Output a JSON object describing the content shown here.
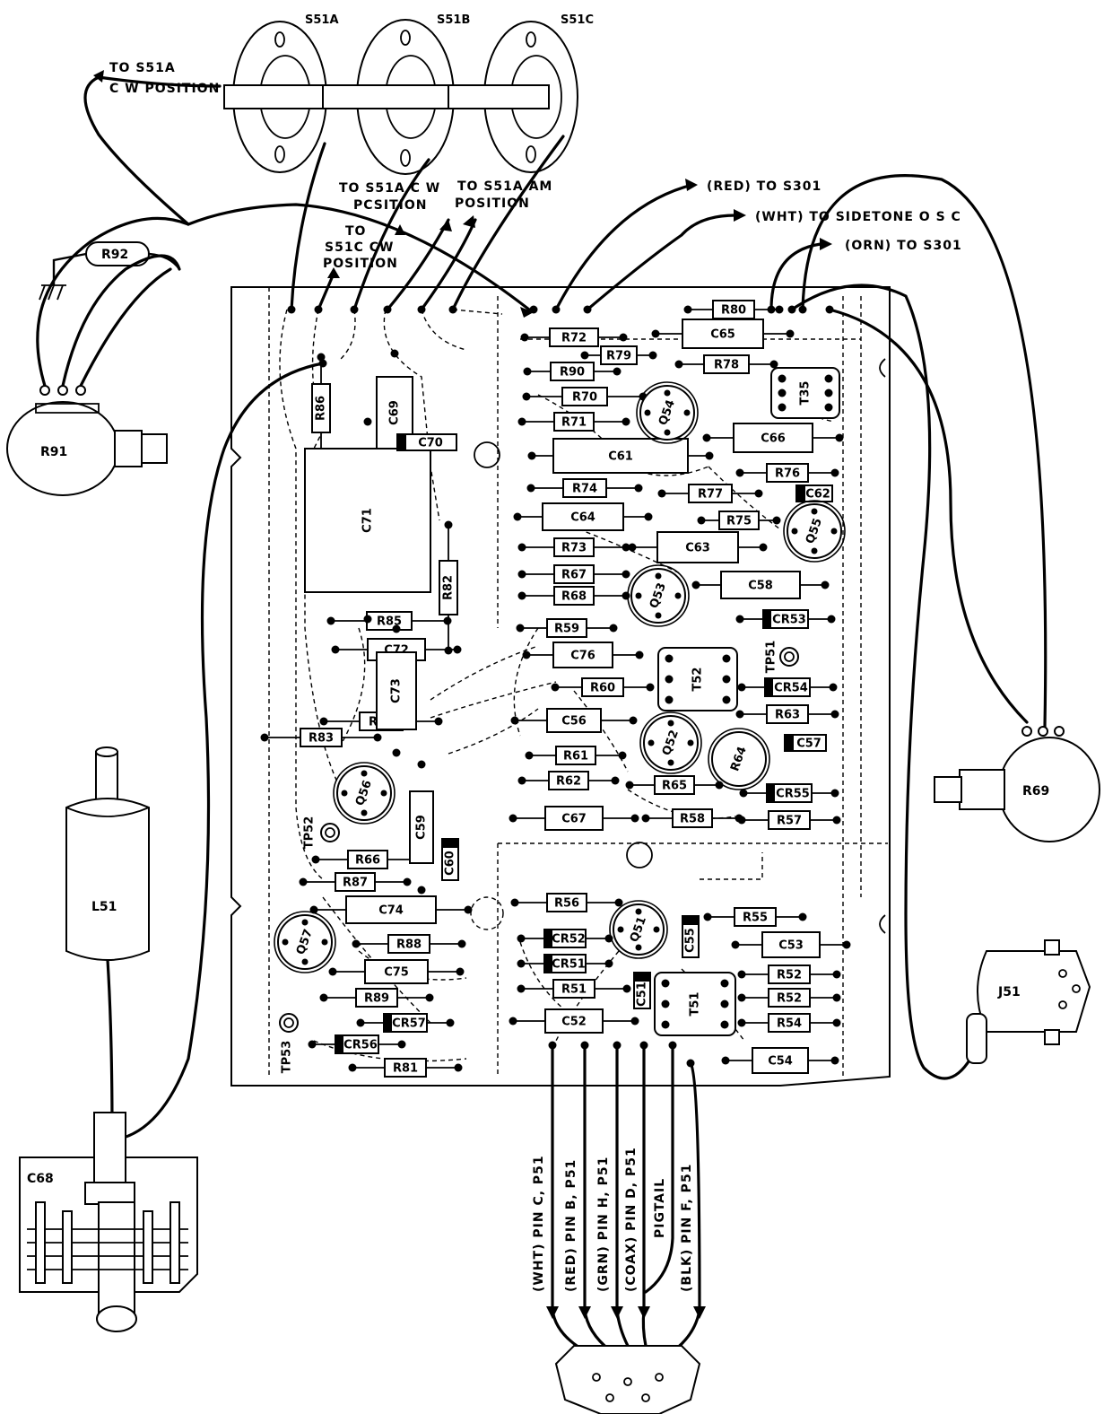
{
  "switches": [
    {
      "id": "s51a",
      "label": "S51A"
    },
    {
      "id": "s51b",
      "label": "S51B"
    },
    {
      "id": "s51c",
      "label": "S51C"
    }
  ],
  "annotations": {
    "to_s51a_cw_1": "TO S51A",
    "to_s51a_cw_2": "C W POSITION",
    "to_s51a_cw_b1": "TO S51A C W",
    "to_s51a_cw_b2": "PCSITION",
    "to_s51a_am_1": "TO S51A AM",
    "to_s51a_am_2": "POSITION",
    "to_s51c_1": "TO",
    "to_s51c_2": "S51C CW",
    "to_s51c_3": "POSITION",
    "red_s301": "(RED)  TO  S301",
    "wht_sidetone": "(WHT)  TO  SIDETONE  O S C",
    "orn_s301": "(ORN)  TO  S301"
  },
  "cable_labels": [
    "(WHT) PIN C, P51",
    "(RED) PIN B, P51",
    "(GRN) PIN H, P51",
    "(COAX) PIN D, P51",
    "PIGTAIL",
    "(BLK) PIN F, P51"
  ],
  "offboard": {
    "r92": "R92",
    "r91": "R91",
    "l51": "L51",
    "c68": "C68",
    "r69": "R69",
    "j51": "J51"
  },
  "resistors": [
    {
      "id": "r72",
      "label": "R72"
    },
    {
      "id": "r79",
      "label": "R79"
    },
    {
      "id": "r90",
      "label": "R90"
    },
    {
      "id": "r70",
      "label": "R70"
    },
    {
      "id": "r71",
      "label": "R71"
    },
    {
      "id": "r80",
      "label": "R80"
    },
    {
      "id": "r78",
      "label": "R78"
    },
    {
      "id": "r76",
      "label": "R76"
    },
    {
      "id": "r74",
      "label": "R74"
    },
    {
      "id": "r77",
      "label": "R77"
    },
    {
      "id": "r75",
      "label": "R75"
    },
    {
      "id": "r73",
      "label": "R73"
    },
    {
      "id": "r67",
      "label": "R67"
    },
    {
      "id": "r68",
      "label": "R68"
    },
    {
      "id": "r59",
      "label": "R59"
    },
    {
      "id": "r60",
      "label": "R60"
    },
    {
      "id": "r63",
      "label": "R63"
    },
    {
      "id": "r61",
      "label": "R61"
    },
    {
      "id": "r62",
      "label": "R62"
    },
    {
      "id": "r65",
      "label": "R65"
    },
    {
      "id": "r58",
      "label": "R58"
    },
    {
      "id": "r57",
      "label": "R57"
    },
    {
      "id": "r56",
      "label": "R56"
    },
    {
      "id": "r55",
      "label": "R55"
    },
    {
      "id": "r52a",
      "label": "R52"
    },
    {
      "id": "r52b",
      "label": "R52"
    },
    {
      "id": "r51",
      "label": "R51"
    },
    {
      "id": "r54",
      "label": "R54"
    },
    {
      "id": "r86",
      "label": "R86"
    },
    {
      "id": "r85",
      "label": "R85"
    },
    {
      "id": "r82",
      "label": "R82"
    },
    {
      "id": "r84",
      "label": "R84"
    },
    {
      "id": "r83",
      "label": "R83"
    },
    {
      "id": "r66",
      "label": "R66"
    },
    {
      "id": "r87",
      "label": "R87"
    },
    {
      "id": "r88",
      "label": "R88"
    },
    {
      "id": "r89",
      "label": "R89"
    },
    {
      "id": "r81",
      "label": "R81"
    },
    {
      "id": "r64",
      "label": "R64"
    }
  ],
  "capacitors": [
    {
      "id": "c65",
      "label": "C65"
    },
    {
      "id": "c66",
      "label": "C66"
    },
    {
      "id": "c61",
      "label": "C61"
    },
    {
      "id": "c64",
      "label": "C64"
    },
    {
      "id": "c63",
      "label": "C63"
    },
    {
      "id": "c58",
      "label": "C58"
    },
    {
      "id": "c76",
      "label": "C76"
    },
    {
      "id": "c56",
      "label": "C56"
    },
    {
      "id": "c67",
      "label": "C67"
    },
    {
      "id": "c53",
      "label": "C53"
    },
    {
      "id": "c52",
      "label": "C52"
    },
    {
      "id": "c54",
      "label": "C54"
    },
    {
      "id": "c69",
      "label": "C69"
    },
    {
      "id": "c71",
      "label": "C71"
    },
    {
      "id": "c72",
      "label": "C72"
    },
    {
      "id": "c73",
      "label": "C73"
    },
    {
      "id": "c74",
      "label": "C74"
    },
    {
      "id": "c75",
      "label": "C75"
    },
    {
      "id": "c59",
      "label": "C59"
    },
    {
      "id": "c70",
      "label": "C70"
    },
    {
      "id": "c62",
      "label": "C62"
    },
    {
      "id": "c57",
      "label": "C57"
    },
    {
      "id": "c60",
      "label": "C60"
    },
    {
      "id": "c55",
      "label": "C55"
    },
    {
      "id": "c51",
      "label": "C51"
    }
  ],
  "diodes": [
    {
      "id": "cr53",
      "label": "CR53"
    },
    {
      "id": "cr54",
      "label": "CR54"
    },
    {
      "id": "cr55",
      "label": "CR55"
    },
    {
      "id": "cr52",
      "label": "CR52"
    },
    {
      "id": "cr51",
      "label": "CR51"
    },
    {
      "id": "cr57",
      "label": "CR57"
    },
    {
      "id": "cr56",
      "label": "CR56"
    }
  ],
  "transistors": [
    {
      "id": "q54",
      "label": "Q54"
    },
    {
      "id": "q55",
      "label": "Q55"
    },
    {
      "id": "q53",
      "label": "Q53"
    },
    {
      "id": "q52",
      "label": "Q52"
    },
    {
      "id": "q51",
      "label": "Q51"
    },
    {
      "id": "q56",
      "label": "Q56"
    },
    {
      "id": "q57",
      "label": "Q57"
    }
  ],
  "transformers": [
    {
      "id": "t35",
      "label": "T35"
    },
    {
      "id": "t52",
      "label": "T52"
    },
    {
      "id": "t51",
      "label": "T51"
    }
  ],
  "test_points": [
    {
      "id": "tp51",
      "label": "TP51"
    },
    {
      "id": "tp52",
      "label": "TP52"
    },
    {
      "id": "tp53",
      "label": "TP53"
    }
  ]
}
